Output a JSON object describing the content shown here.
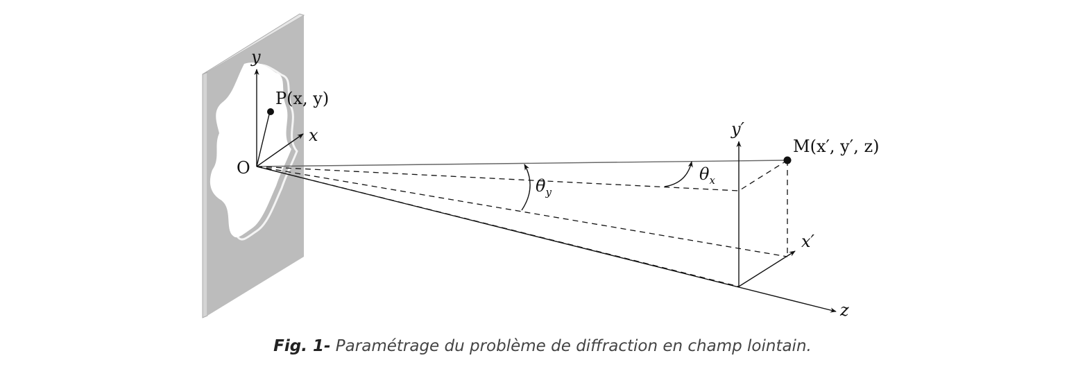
{
  "labels": {
    "y": "y",
    "x": "x",
    "origin": "O",
    "point_p": "P(x, y)",
    "y_prime": "y′",
    "x_prime": "x′",
    "z": "z",
    "point_m": "M(x′, y′, z)",
    "theta_x_sym": "θ",
    "theta_x_sub": "x",
    "theta_y_sym": "θ",
    "theta_y_sub": "y"
  },
  "caption": {
    "fig": "Fig. 1-",
    "text": " Paramétrage du problème de diffraction en champ lointain."
  }
}
